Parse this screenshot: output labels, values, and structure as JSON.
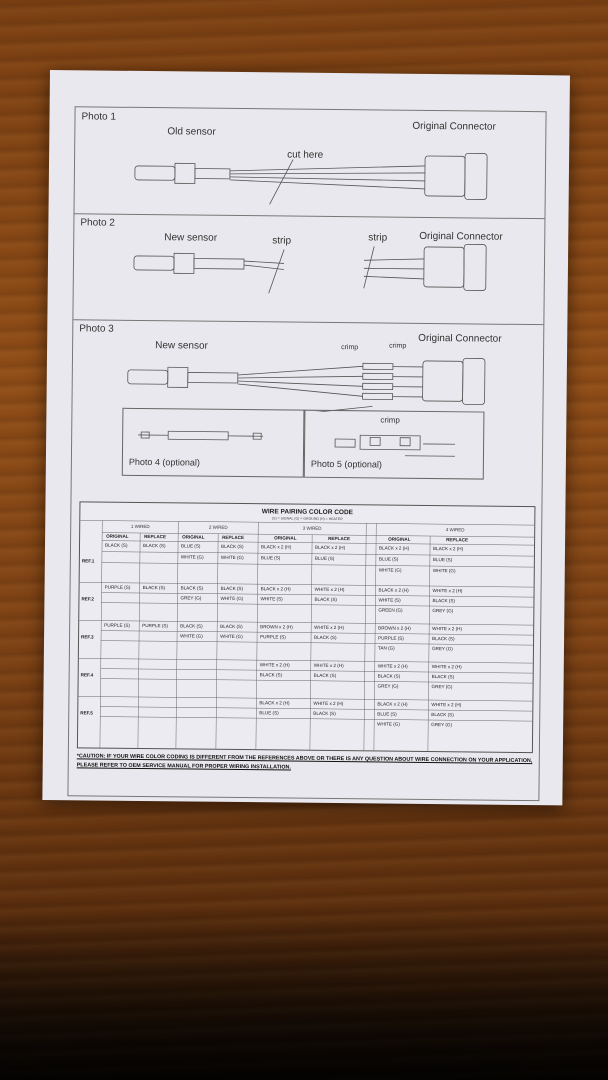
{
  "photos": {
    "p1": {
      "label": "Photo 1",
      "left": "Old sensor",
      "right": "Original Connector",
      "note": "cut here"
    },
    "p2": {
      "label": "Photo 2",
      "left": "New sensor",
      "strip1": "strip",
      "strip2": "strip",
      "right": "Original Connector"
    },
    "p3": {
      "label": "Photo 3",
      "left": "New sensor",
      "crimp1": "crimp",
      "crimp2": "crimp",
      "right": "Original Connector"
    },
    "p4": {
      "label": "Photo 4 (optional)"
    },
    "p5": {
      "label": "Photo 5 (optional)",
      "crimp": "crimp"
    }
  },
  "table": {
    "title": "WIRE PAIRING COLOR CODE",
    "subtitle": "(S) = SIGNAL (G) = GROUND (H) = HEATER",
    "groups": [
      "1 WIRED",
      "2 WIRED",
      "3 WIRED",
      "4 WIRED"
    ],
    "col_original": "ORIGINAL",
    "col_replace": "REPLACE",
    "refs": [
      "REF.1",
      "REF.2",
      "REF.3",
      "REF.4",
      "REF.5"
    ],
    "w1": [
      [
        "BLACK (S)",
        "BLACK (S)"
      ],
      [
        "PURPLE (S)",
        "BLACK (S)"
      ],
      [
        "PURPLE (S)",
        "PURPLE (S)"
      ]
    ],
    "w2": [
      [
        "BLUE (S)",
        "BLACK (S)",
        "WHITE (G)",
        "WHITE (G)"
      ],
      [
        "BLACK (S)",
        "BLACK (S)",
        "GREY (G)",
        "WHITE (G)"
      ],
      [
        "BLACK (S)",
        "BLACK (S)",
        "WHITE (G)",
        "WHITE (G)"
      ]
    ],
    "w3": [
      [
        "BLACK x 2 (H)",
        "BLACK x 2 (H)",
        "BLUE (S)",
        "BLUE (S)"
      ],
      [
        "BLACK x 2 (H)",
        "WHITE x 2 (H)",
        "WHITE (S)",
        "BLACK (S)"
      ],
      [
        "BROWN x 2 (H)",
        "WHITE x 2 (H)",
        "PURPLE (S)",
        "BLACK (S)"
      ],
      [
        "WHITE x 2 (H)",
        "WHITE x 2 (H)",
        "BLACK (S)",
        "BLACK (S)"
      ],
      [
        "BLACK x 2 (H)",
        "WHITE x 2 (H)",
        "BLUE (S)",
        "BLACK (S)"
      ]
    ],
    "w4": [
      [
        "BLACK x 2 (H)",
        "BLACK x 2 (H)",
        "BLUE (S)",
        "BLUE (S)",
        "WHITE (G)",
        "WHITE (G)"
      ],
      [
        "BLACK x 2 (H)",
        "WHITE x 2 (H)",
        "WHITE (S)",
        "BLACK (S)",
        "GREEN (G)",
        "GREY (G)"
      ],
      [
        "BROWN x 2 (H)",
        "WHITE x 2 (H)",
        "PURPLE (S)",
        "BLACK (S)",
        "TAN (G)",
        "GREY (G)"
      ],
      [
        "WHITE x 2 (H)",
        "WHITE x 2 (H)",
        "BLACK (S)",
        "BLACK (S)",
        "GREY (G)",
        "GREY (G)"
      ],
      [
        "BLACK x 2 (H)",
        "WHITE x 2 (H)",
        "BLUE (S)",
        "BLACK (S)",
        "WHITE (G)",
        "GREY (G)"
      ]
    ]
  },
  "caution": "*CAUTION: IF YOUR WIRE COLOR CODING IS DIFFERENT FROM THE REFERENCES ABOVE OR THERE IS ANY QUESTION ABOUT WIRE CONNECTION ON YOUR APPLICATION, PLEASE REFER TO OEM SERVICE MANUAL FOR PROPER WIRING INSTALLATION."
}
